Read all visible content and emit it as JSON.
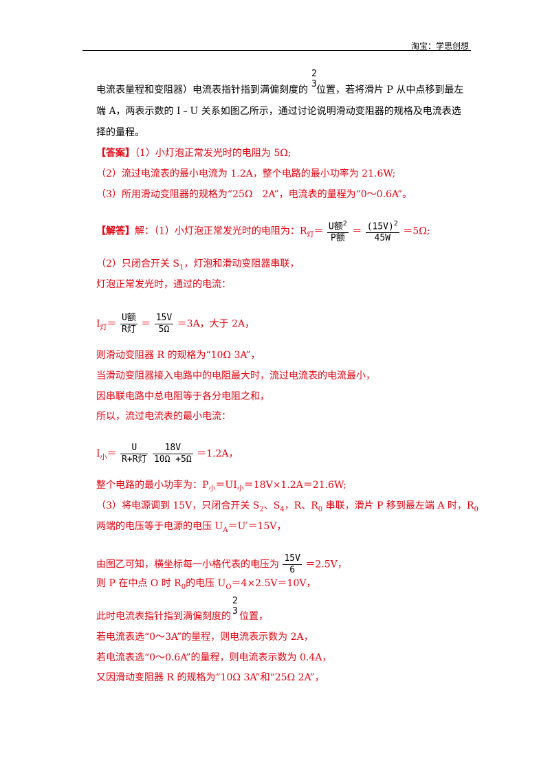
{
  "header": {
    "brand": "淘宝：学思创想"
  },
  "top_fraction": {
    "num": "2",
    "den": "3"
  },
  "problem": {
    "line1_a": "电流表量程和变阻器）电流表指针指到满偏刻度的",
    "line1_b": "位置，若将滑片 P 从中点移到最左",
    "line2": "端 A，两表示数的 I﹣U 关系如图乙所示，通过讨论说明滑动变阻器的规格及电流表选",
    "line3": "择的量程。"
  },
  "answer": {
    "label": "【答案】",
    "line1": "（1）小灯泡正常发光时的电阻为 5Ω;",
    "line2": "（2）流过电流表的最小电流为 1.2A，整个电路的最小功率为 21.6W;",
    "line3": "（3）所用滑动变阻器的规格为“25Ω　2A”，电流表的量程为“0～0.6A”。"
  },
  "solution": {
    "label": "【解答】",
    "intro": "解：（1）小灯泡正常发光时的电阻为：R",
    "intro_sub": "灯",
    "intro_eq": "＝",
    "f1_num": "U额",
    "f1_sup": "2",
    "f1_den": "P额",
    "eq": "＝",
    "f2_num": "(15V)",
    "f2_sup": "2",
    "f2_den": "45W",
    "result1": "＝5Ω;",
    "p2_line1_a": "（2）只闭合开关 S",
    "p2_line1_sub": "1",
    "p2_line1_b": "，灯泡和滑动变阻器串联，",
    "p2_line2": "灯泡正常发光时，通过的电流：",
    "i_label": "I",
    "i_sub": "灯",
    "i_f1_num": "U额",
    "i_f1_den": "R灯",
    "i_f2_num": "15V",
    "i_f2_den": "5Ω",
    "i_result": "＝3A，大于 2A，",
    "line_rheo": "则滑动变阻器 R 的规格为“10Ω  3A”，",
    "line_max": "当滑动变阻器接入电路中的电阻最大时，流过电流表的电流最小，",
    "line_series": "因串联电路中总电阻等于各分电阻之和，",
    "line_so": "所以，流过电流表的最小电流：",
    "imin_label": "I",
    "imin_sub": "小",
    "imin_f1_num": "U",
    "imin_f1_den": "R+R灯",
    "imin_f2_num": "18V",
    "imin_f2_den": "10Ω +5Ω",
    "imin_result": "＝1.2A，",
    "pmin_a": "整个电路的最小功率为：P",
    "pmin_sub1": "小",
    "pmin_b": "＝UI",
    "pmin_sub2": "小",
    "pmin_c": "＝18V×1.2A＝21.6W;",
    "p3_line1_a": "（3）将电源调到 15V，只闭合开关 S",
    "p3_sub2": "2",
    "p3_mid1": "、S",
    "p3_sub4": "4",
    "p3_mid2": "，R、R",
    "p3_sub0": "0",
    "p3_mid3": " 串联，滑片 P 移到最左端 A 时，R",
    "p3_sub0b": "0",
    "p3_line2_a": "两端的电压等于电源的电压 U",
    "p3_subA": "A",
    "p3_line2_b": "＝U′＝15V，",
    "graph_a": "由图乙可知，横坐标每一小格代表的电压为",
    "graph_f_num": "15V",
    "graph_f_den": "6",
    "graph_b": "＝2.5V，",
    "uo_a": "则 P 在中点 O 时 R",
    "uo_sub0": "0",
    "uo_b": "的电压 U",
    "uo_subO": "O",
    "uo_c": "＝4×2.5V＝10V，",
    "pointer_num": "2",
    "pointer_den": "3",
    "pointer_a": "此时电流表指针指到满偏刻度的",
    "pointer_b": "位置，",
    "range3": "若电流表选“0～3A”的量程，则电流表示数为 2A，",
    "range06": "若电流表选“0～0.6A”的量程，则电流表示数为 0.4A，",
    "specs": "又因滑动变阻器 R 的规格为“10Ω  3A”和“25Ω  2A”，"
  }
}
